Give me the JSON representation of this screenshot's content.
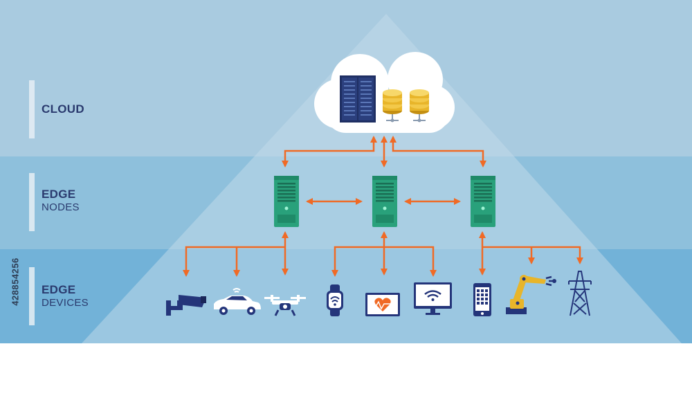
{
  "tiers": {
    "cloud": {
      "title": "CLOUD",
      "subtitle": ""
    },
    "edge_nodes": {
      "title": "EDGE",
      "subtitle": "NODES"
    },
    "edge_devices": {
      "title": "EDGE",
      "subtitle": "DEVICES"
    }
  },
  "stock_id": "428854256",
  "icons": {
    "cloud": [
      "server-rack-icon",
      "database-icon",
      "database-icon"
    ],
    "nodes": [
      "edge-server-icon",
      "edge-server-icon",
      "edge-server-icon"
    ],
    "devices": [
      "security-camera-icon",
      "car-icon",
      "drone-icon",
      "smartwatch-icon",
      "tablet-heart-icon",
      "monitor-wifi-icon",
      "smartphone-icon",
      "robot-arm-icon",
      "power-tower-icon"
    ]
  },
  "colors": {
    "cloud_band": "#a9cbe0",
    "nodes_band": "#8ec0dc",
    "devices_band": "#72b2d8",
    "pyramid": "#c3dbe9",
    "arrows": "#f06a25",
    "server": "#29a17b",
    "navy": "#24357a",
    "gold": "#e8b52a"
  }
}
